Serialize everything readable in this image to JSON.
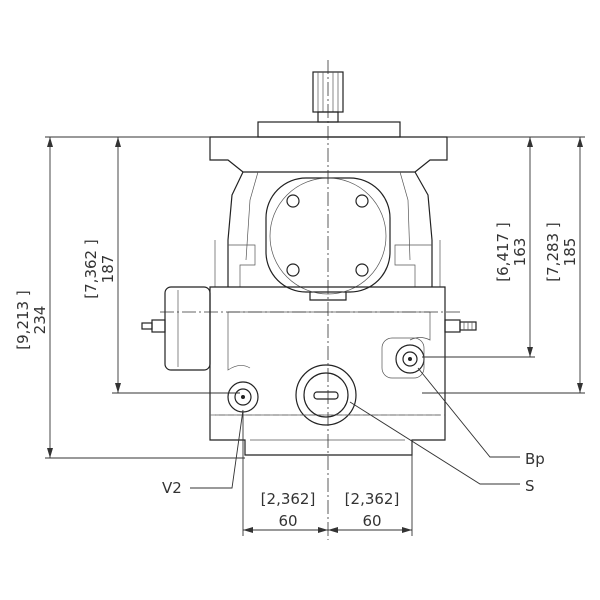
{
  "dimensions": {
    "left_outer": {
      "inch": "[9,213 ]",
      "mm": "234"
    },
    "left_inner": {
      "inch": "[7,362 ]",
      "mm": "187"
    },
    "right_inner": {
      "inch": "[6,417 ]",
      "mm": "163"
    },
    "right_outer": {
      "inch": "[7,283 ]",
      "mm": "185"
    },
    "bottom_left": {
      "inch": "[2,362]",
      "mm": "60"
    },
    "bottom_right": {
      "inch": "[2,362]",
      "mm": "60"
    }
  },
  "ports": {
    "v2": "V2",
    "bp": "Bp",
    "s": "S"
  }
}
